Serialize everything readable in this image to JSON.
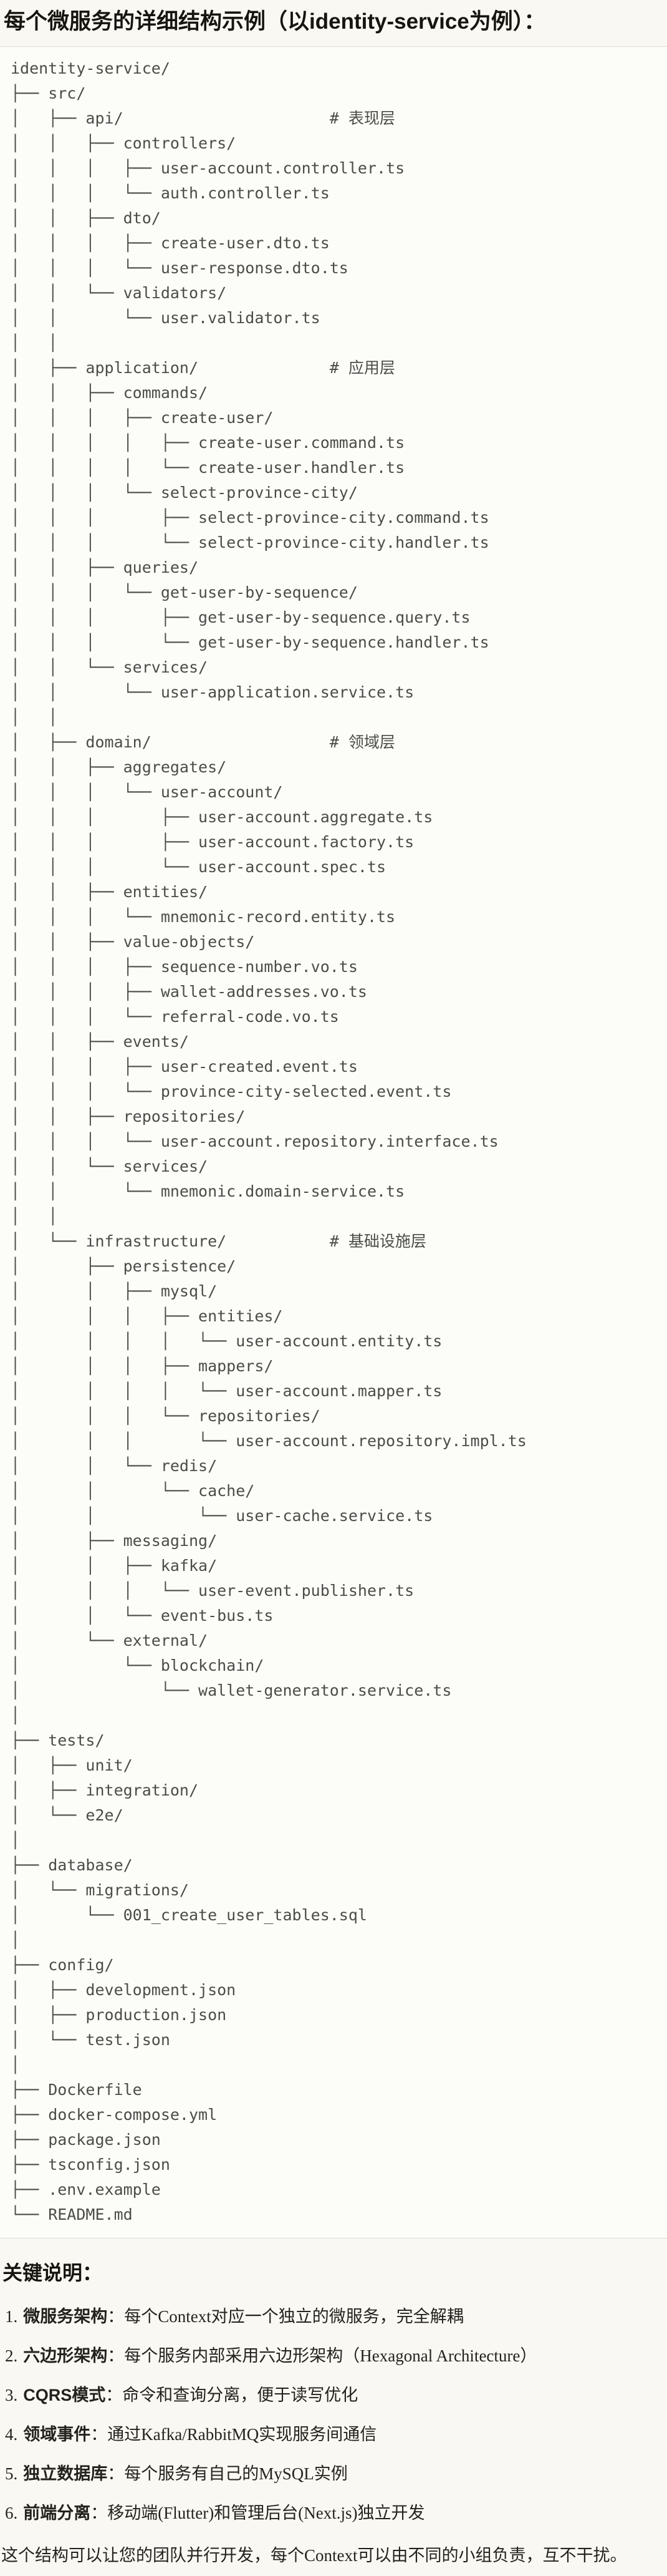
{
  "page": {
    "title": "每个微服务的详细结构示例（以identity-service为例）："
  },
  "colors": {
    "page_background": "#faf8f2",
    "code_background": "#fcfcf9",
    "code_border": "#dcdbd3",
    "code_text": "#4c4c47",
    "heading_text": "#16150f"
  },
  "tree": {
    "comments": [
      "# 表现层",
      "# 应用层",
      "# 领域层",
      "# 基础设施层"
    ],
    "lines": [
      "identity-service/",
      "├── src/",
      "│   ├── api/                      # 表现层",
      "│   │   ├── controllers/",
      "│   │   │   ├── user-account.controller.ts",
      "│   │   │   └── auth.controller.ts",
      "│   │   ├── dto/",
      "│   │   │   ├── create-user.dto.ts",
      "│   │   │   └── user-response.dto.ts",
      "│   │   └── validators/",
      "│   │       └── user.validator.ts",
      "│   │",
      "│   ├── application/              # 应用层",
      "│   │   ├── commands/",
      "│   │   │   ├── create-user/",
      "│   │   │   │   ├── create-user.command.ts",
      "│   │   │   │   └── create-user.handler.ts",
      "│   │   │   └── select-province-city/",
      "│   │   │       ├── select-province-city.command.ts",
      "│   │   │       └── select-province-city.handler.ts",
      "│   │   ├── queries/",
      "│   │   │   └── get-user-by-sequence/",
      "│   │   │       ├── get-user-by-sequence.query.ts",
      "│   │   │       └── get-user-by-sequence.handler.ts",
      "│   │   └── services/",
      "│   │       └── user-application.service.ts",
      "│   │",
      "│   ├── domain/                   # 领域层",
      "│   │   ├── aggregates/",
      "│   │   │   └── user-account/",
      "│   │   │       ├── user-account.aggregate.ts",
      "│   │   │       ├── user-account.factory.ts",
      "│   │   │       └── user-account.spec.ts",
      "│   │   ├── entities/",
      "│   │   │   └── mnemonic-record.entity.ts",
      "│   │   ├── value-objects/",
      "│   │   │   ├── sequence-number.vo.ts",
      "│   │   │   ├── wallet-addresses.vo.ts",
      "│   │   │   └── referral-code.vo.ts",
      "│   │   ├── events/",
      "│   │   │   ├── user-created.event.ts",
      "│   │   │   └── province-city-selected.event.ts",
      "│   │   ├── repositories/",
      "│   │   │   └── user-account.repository.interface.ts",
      "│   │   └── services/",
      "│   │       └── mnemonic.domain-service.ts",
      "│   │",
      "│   └── infrastructure/           # 基础设施层",
      "│       ├── persistence/",
      "│       │   ├── mysql/",
      "│       │   │   ├── entities/",
      "│       │   │   │   └── user-account.entity.ts",
      "│       │   │   ├── mappers/",
      "│       │   │   │   └── user-account.mapper.ts",
      "│       │   │   └── repositories/",
      "│       │   │       └── user-account.repository.impl.ts",
      "│       │   └── redis/",
      "│       │       └── cache/",
      "│       │           └── user-cache.service.ts",
      "│       ├── messaging/",
      "│       │   ├── kafka/",
      "│       │   │   └── user-event.publisher.ts",
      "│       │   └── event-bus.ts",
      "│       └── external/",
      "│           └── blockchain/",
      "│               └── wallet-generator.service.ts",
      "│",
      "├── tests/",
      "│   ├── unit/",
      "│   ├── integration/",
      "│   └── e2e/",
      "│",
      "├── database/",
      "│   └── migrations/",
      "│       └── 001_create_user_tables.sql",
      "│",
      "├── config/",
      "│   ├── development.json",
      "│   ├── production.json",
      "│   └── test.json",
      "│",
      "├── Dockerfile",
      "├── docker-compose.yml",
      "├── package.json",
      "├── tsconfig.json",
      "├── .env.example",
      "└── README.md"
    ]
  },
  "notes": {
    "heading": "关键说明：",
    "items": [
      {
        "num": "1.",
        "term": "微服务架构",
        "text": "：每个Context对应一个独立的微服务，完全解耦"
      },
      {
        "num": "2.",
        "term": "六边形架构",
        "text": "：每个服务内部采用六边形架构（Hexagonal Architecture）"
      },
      {
        "num": "3.",
        "term": "CQRS模式",
        "text": "：命令和查询分离，便于读写优化"
      },
      {
        "num": "4.",
        "term": "领域事件",
        "text": "：通过Kafka/RabbitMQ实现服务间通信"
      },
      {
        "num": "5.",
        "term": "独立数据库",
        "text": "：每个服务有自己的MySQL实例"
      },
      {
        "num": "6.",
        "term": "前端分离",
        "text": "：移动端(Flutter)和管理后台(Next.js)独立开发"
      }
    ],
    "closing": "这个结构可以让您的团队并行开发，每个Context可以由不同的小组负责，互不干扰。"
  }
}
